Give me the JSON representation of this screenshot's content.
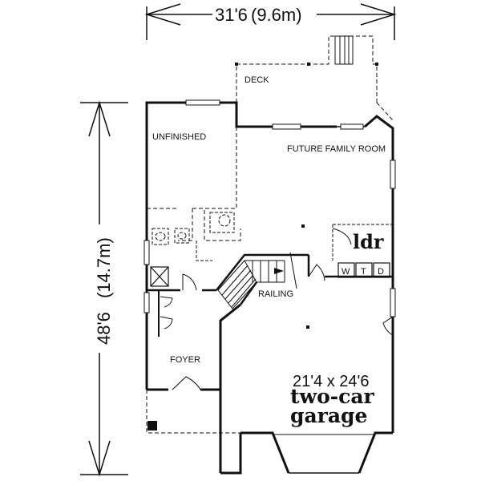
{
  "plan": {
    "width_dim": "31'6",
    "width_dim_metric": "(9.6m)",
    "depth_dim": "48'6",
    "depth_dim_metric": "(14.7m)",
    "rooms": {
      "deck": "DECK",
      "unfinished": "UNFINISHED",
      "future_family_room": "FUTURE FAMILY ROOM",
      "laundry": "ldr",
      "railing": "RAILING",
      "foyer": "FOYER",
      "garage_size": "21'4 x 24'6",
      "garage_line1": "two-car",
      "garage_line2": "garage"
    },
    "appliances": {
      "washer": "W",
      "tub": "T",
      "dryer": "D"
    }
  }
}
